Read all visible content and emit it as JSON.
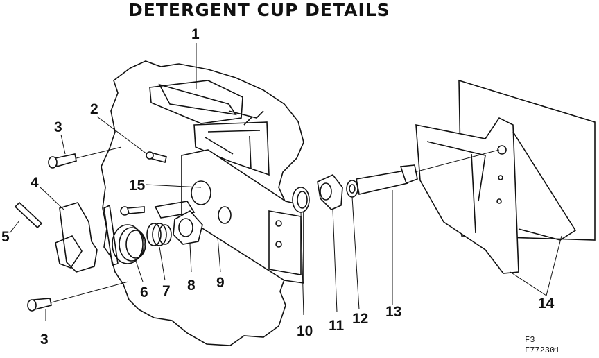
{
  "title": "DETERGENT CUP DETAILS",
  "figure_codes": {
    "line1": "F3",
    "line2": "F772301"
  },
  "callouts": [
    "1",
    "2",
    "3",
    "4",
    "5",
    "15",
    "6",
    "7",
    "8",
    "9",
    "10",
    "11",
    "12",
    "13",
    "14",
    "3"
  ]
}
